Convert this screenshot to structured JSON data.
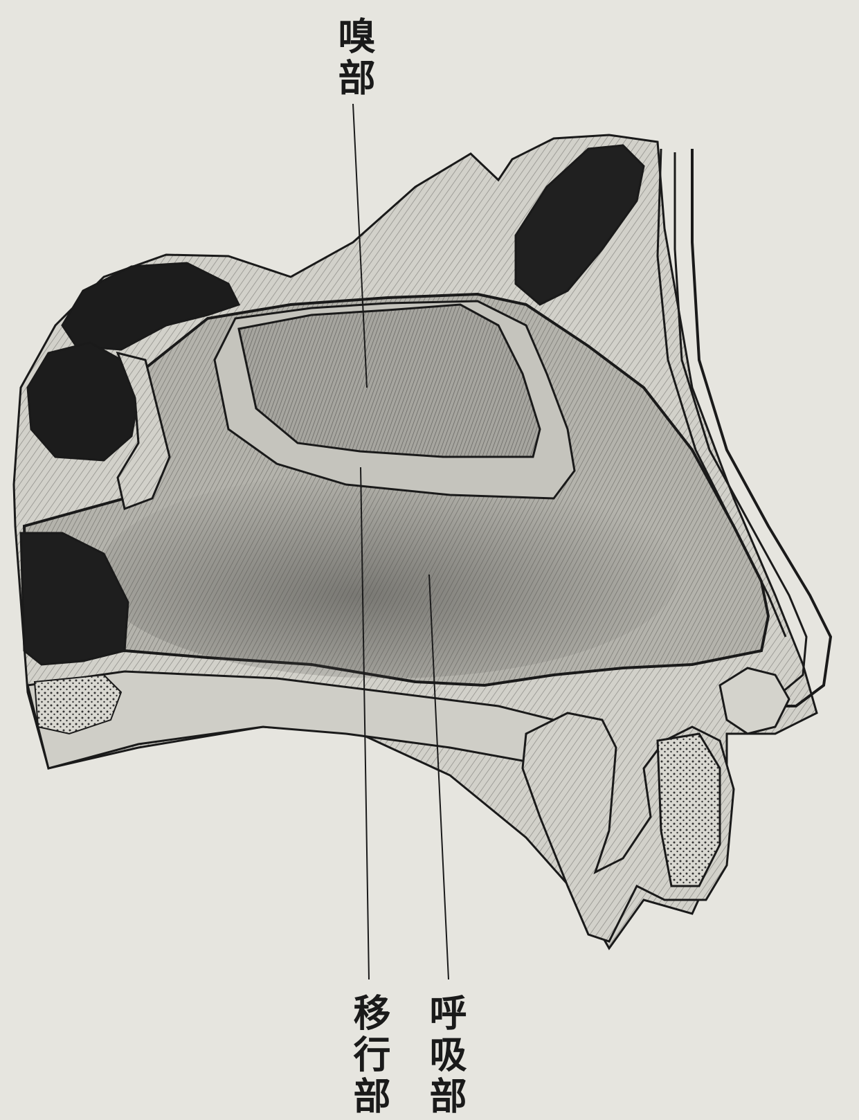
{
  "labels": {
    "olfactory": "嗅部",
    "transitional": "移行部",
    "respiratory": "呼吸部"
  },
  "colors": {
    "paper": "#e6e5df",
    "ink": "#1a1a1a",
    "mucosa_light": "#b9b8b1",
    "mucosa_mid": "#8f8e88",
    "mucosa_dark": "#6f6e69",
    "cavity_dark": "#1c1c1c",
    "bone_hatch": "#c9c8c1"
  }
}
